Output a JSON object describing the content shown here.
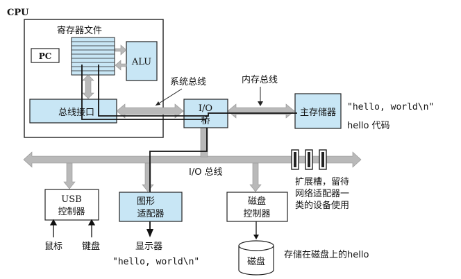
{
  "labels": {
    "cpu": "CPU",
    "register_file": "寄存器文件",
    "pc": "PC",
    "alu": "ALU",
    "system_bus": "系统总线",
    "memory_bus": "内存总线",
    "bus_interface": "总线接口",
    "io_bridge_line1": "I/O",
    "io_bridge_line2": "桥",
    "main_memory": "主存储器",
    "hello_string_memory": "\"hello, world\\n\"",
    "hello_code": "hello 代码",
    "io_bus": "I/O 总线",
    "expansion_slots_line1": "扩展槽，留待",
    "expansion_slots_line2": "网络适配器一",
    "expansion_slots_line3": "类的设备使用",
    "usb_controller_line1": "USB",
    "usb_controller_line2": "控制器",
    "graphics_adapter_line1": "图形",
    "graphics_adapter_line2": "适配器",
    "disk_controller_line1": "磁盘",
    "disk_controller_line2": "控制器",
    "mouse": "鼠标",
    "keyboard": "键盘",
    "display": "显示器",
    "hello_string_display": "\"hello, world\\n\"",
    "disk": "磁盘",
    "hello_on_disk": "存储在磁盘上的hello"
  },
  "colors": {
    "box_fill": "#c8e6f5",
    "bus_gray": "#b9b9b9",
    "stroke": "#222222"
  }
}
